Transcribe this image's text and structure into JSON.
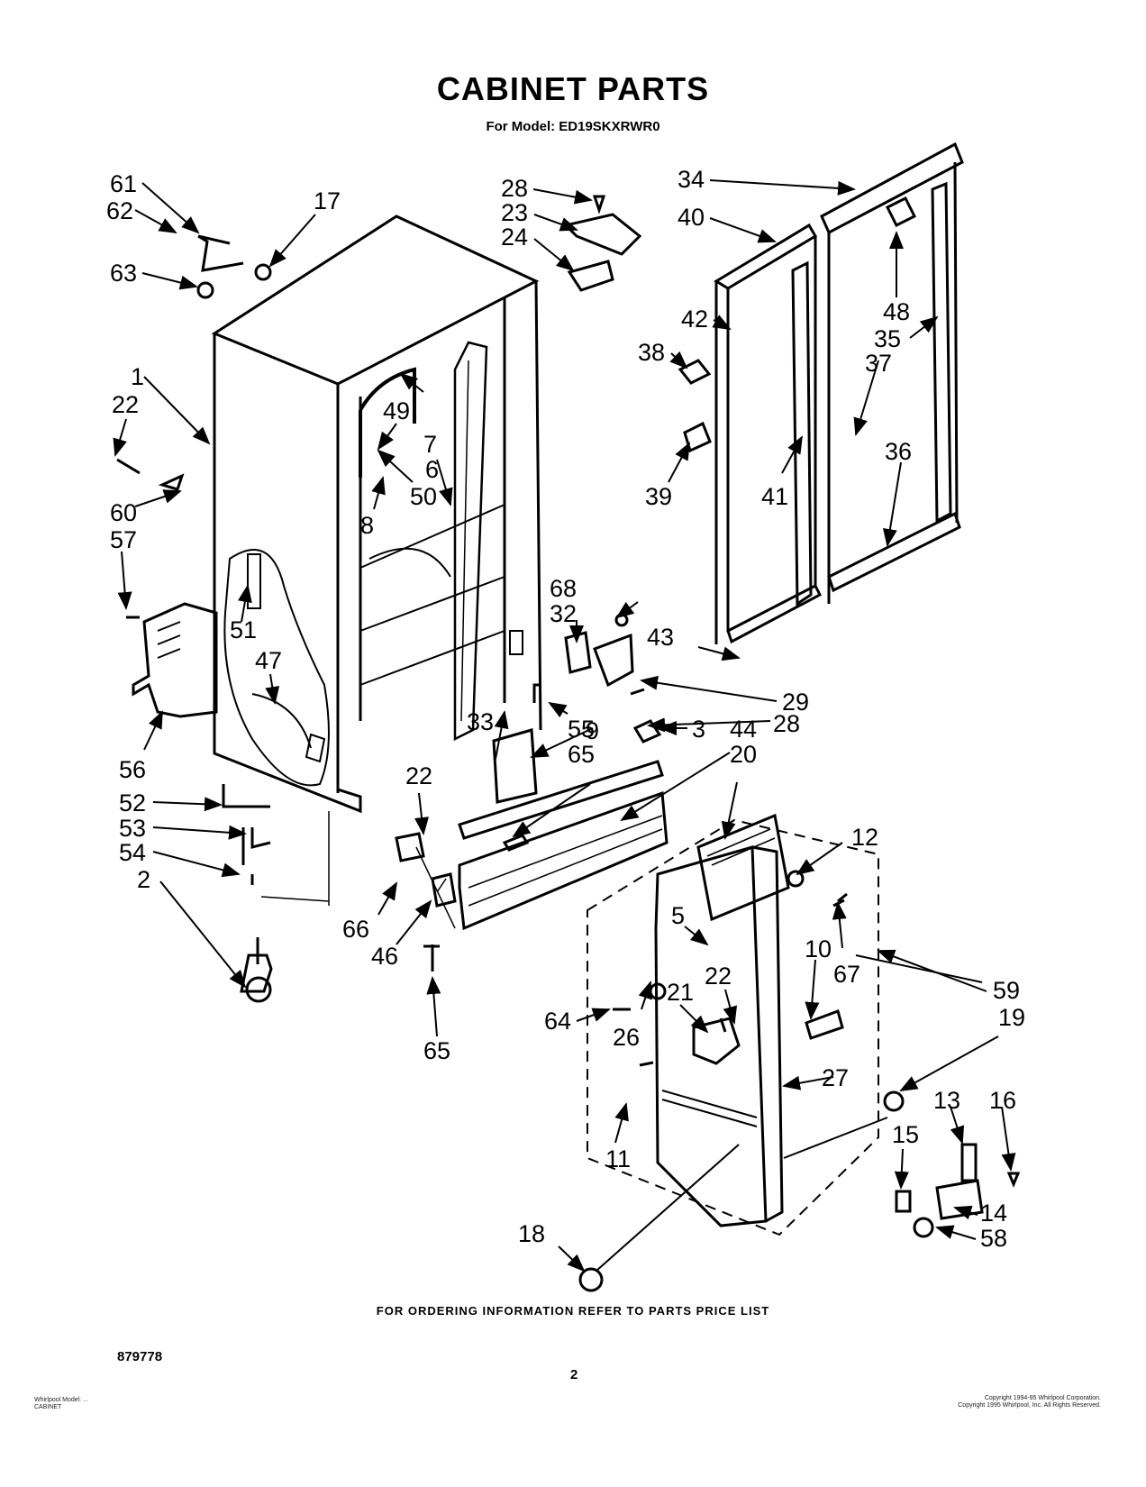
{
  "title": "CABINET PARTS",
  "subtitle": "For Model: ED19SKXRWR0",
  "footer_note": "FOR ORDERING INFORMATION REFER TO PARTS PRICE LIST",
  "doc_number": "879778",
  "page_number": "2",
  "fine_left": [
    "Whirlpool Model: ...",
    "CABINET"
  ],
  "fine_right": [
    "Copyright 1994-95 Whirlpool Corporation.",
    "Copyright 1995 Whirlpool, Inc. All Rights Reserved."
  ],
  "callouts": {
    "c61": "61",
    "c62": "62",
    "c63": "63",
    "c17": "17",
    "c28a": "28",
    "c23": "23",
    "c24": "24",
    "c34": "34",
    "c40": "40",
    "c48": "48",
    "c35": "35",
    "c42": "42",
    "c37": "37",
    "c38": "38",
    "c39": "39",
    "c41": "41",
    "c36": "36",
    "c1": "1",
    "c22a": "22",
    "c49": "49",
    "c7": "7",
    "c6": "6",
    "c50": "50",
    "c8": "8",
    "c60": "60",
    "c57": "57",
    "c51": "51",
    "c47": "47",
    "c56": "56",
    "c68": "68",
    "c32": "32",
    "c43": "43",
    "c29": "29",
    "c28b": "28",
    "c33": "33",
    "c9": "9",
    "c55": "55",
    "c3": "3",
    "c44": "44",
    "c65a": "65",
    "c20": "20",
    "c22b": "22",
    "c52": "52",
    "c53": "53",
    "c54": "54",
    "c2": "2",
    "c12": "12",
    "c66": "66",
    "c46": "46",
    "c5": "5",
    "c10": "10",
    "c67": "67",
    "c22c": "22",
    "c21": "21",
    "c64": "64",
    "c26": "26",
    "c59": "59",
    "c19": "19",
    "c65b": "65",
    "c27": "27",
    "c11": "11",
    "c13": "13",
    "c16": "16",
    "c15": "15",
    "c14": "14",
    "c58": "58",
    "c18": "18"
  }
}
